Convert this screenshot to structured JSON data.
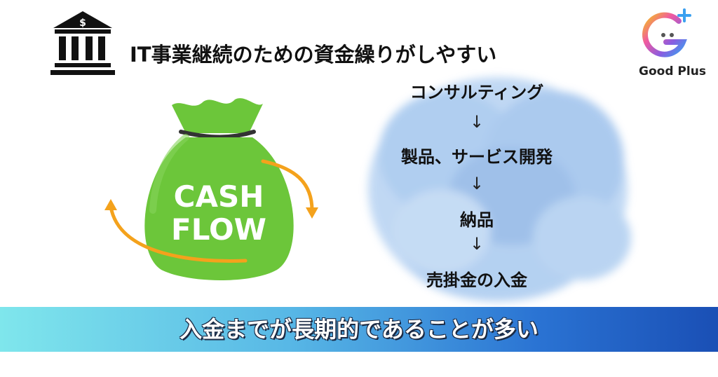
{
  "header": {
    "headline": "IT事業継続のための資金繰りがしやすい"
  },
  "logo": {
    "text": "Good Plus"
  },
  "illustration": {
    "bag_line1": "CASH",
    "bag_line2": "FLOW",
    "bank_sign": "$"
  },
  "flow": {
    "steps": [
      "コンサルティング",
      "製品、サービス開発",
      "納品",
      "売掛金の入金"
    ],
    "arrow": "↓"
  },
  "banner": {
    "text": "入金までが長期的であることが多い"
  },
  "colors": {
    "bag_green": "#6cc63a",
    "arrow_orange": "#f4a21c",
    "cloud_blue": "#9dc1ec",
    "banner_start": "#7fe6ec",
    "banner_end": "#1a4fb5"
  }
}
